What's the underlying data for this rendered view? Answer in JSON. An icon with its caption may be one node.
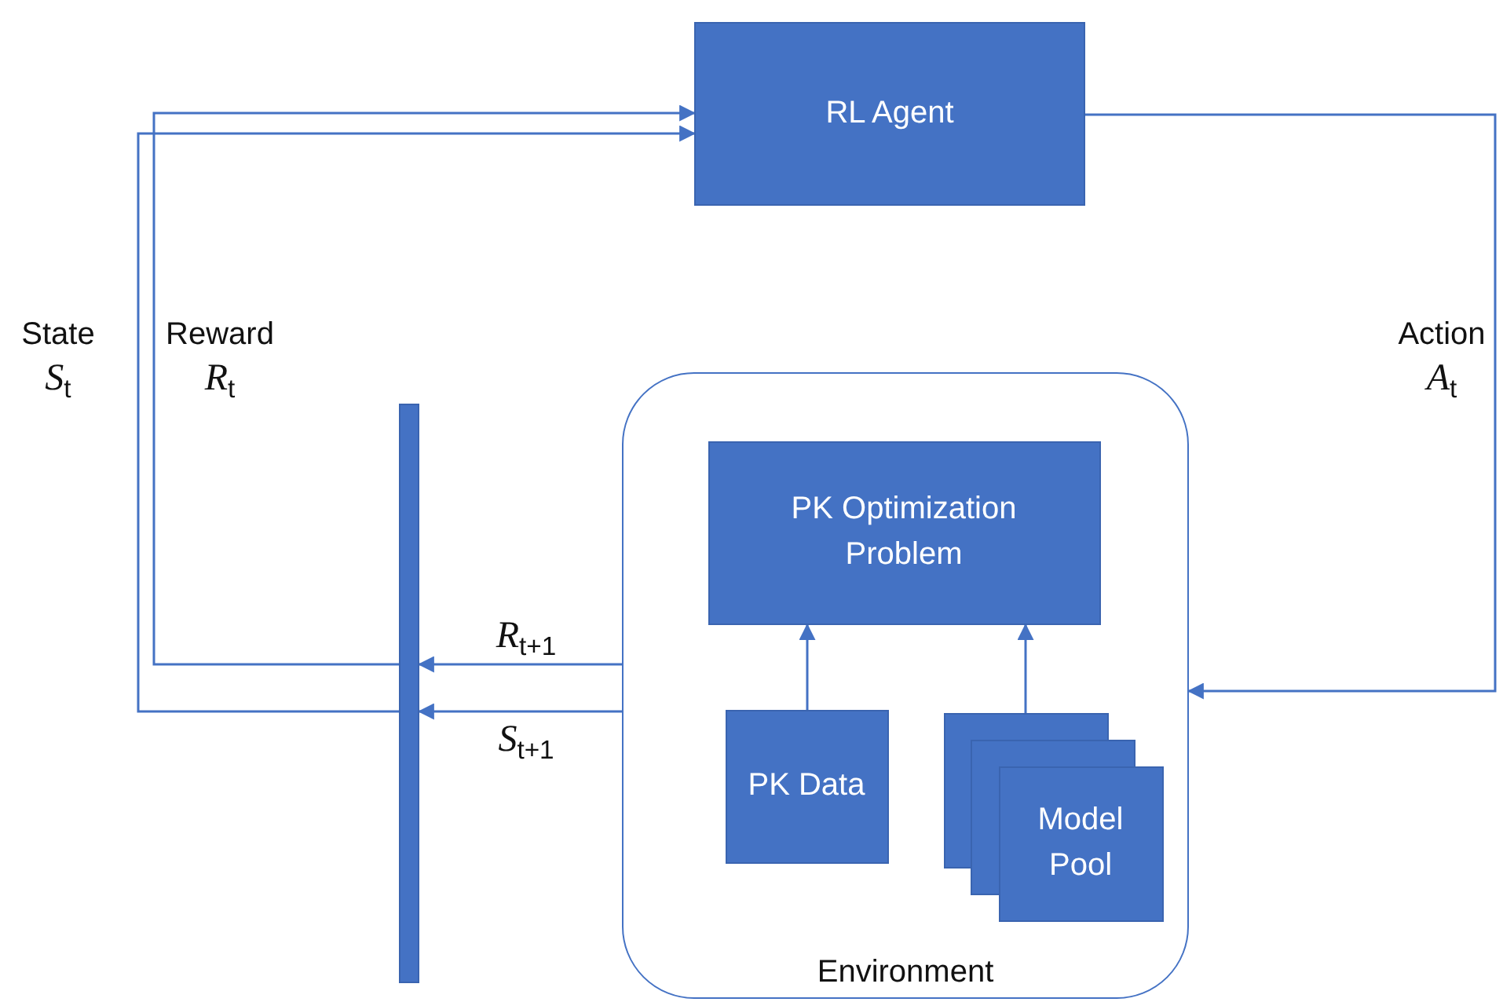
{
  "diagram": {
    "nodes": [
      {
        "text": [
          "RL Agent"
        ]
      },
      {
        "text": [
          "Environment"
        ]
      },
      {
        "text": [
          "PK Optimization Problem"
        ],
        "in": 1
      },
      {
        "text": [
          "PK Data"
        ],
        "in": 1
      },
      {
        "text": [
          "Model Pool"
        ],
        "in": 1
      },
      {
        "text": [],
        "shape": "bar"
      }
    ],
    "edges": [
      {
        "from": 0,
        "to": 1,
        "arrow": "to",
        "label": "Action *A*$_{t}$"
      },
      {
        "from": 1,
        "to": 5,
        "arrow": "to",
        "label": "*R*$_{t+1}$"
      },
      {
        "from": 1,
        "to": 5,
        "arrow": "to",
        "label": "*S*$_{t+1}$"
      },
      {
        "from": 5,
        "to": 0,
        "arrow": "to",
        "label": "Reward *R*$_{t}$"
      },
      {
        "from": 5,
        "to": 0,
        "arrow": "to",
        "label": "State *S*$_{t}$"
      },
      {
        "from": 3,
        "to": 2,
        "arrow": "to"
      },
      {
        "from": 4,
        "to": 2,
        "arrow": "to"
      }
    ]
  }
}
